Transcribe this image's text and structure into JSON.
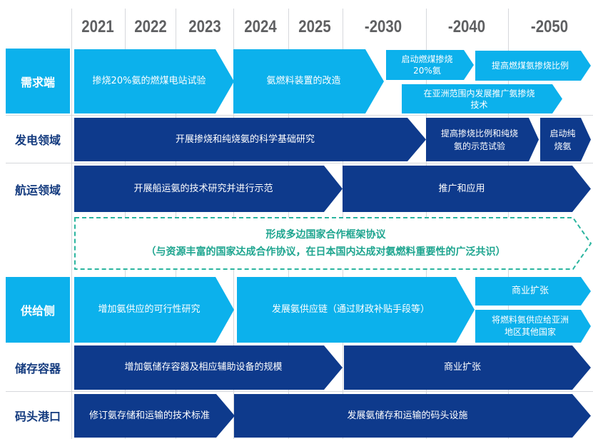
{
  "years": [
    "2021",
    "2022",
    "2023",
    "2024",
    "2025",
    "-2030",
    "-2040",
    "-2050"
  ],
  "rows": {
    "demand": {
      "label": "需求端",
      "items": [
        "掺烧20%氨的燃煤电站试验",
        "氨燃料装置的改造",
        "启动燃煤掺烧\n20%氨",
        "提高燃煤氨掺烧比例",
        "在亚洲范围内发展推广氨掺烧\n技术"
      ]
    },
    "power": {
      "label": "发电领域",
      "items": [
        "开展掺烧和纯烧氨的科学基础研究",
        "提高掺烧比例和纯烧\n氨的示范试验",
        "启动纯\n烧氨"
      ]
    },
    "shipping": {
      "label": "航运领域",
      "items": [
        "开展船运氨的技术研究并进行示范",
        "推广和应用"
      ]
    },
    "cooperation": {
      "title": "形成多边国家合作框架协议",
      "subtitle": "（与资源丰富的国家达成合作协议，在日本国内达成对氨燃料重要性的广泛共识）"
    },
    "supply": {
      "label": "供给侧",
      "items": [
        "增加氨供应的可行性研究",
        "发展氨供应链（通过财政补贴手段等）",
        "商业扩张",
        "将燃料氨供应给亚洲\n地区其他国家"
      ]
    },
    "storage": {
      "label": "储存容器",
      "items": [
        "增加氨储存容器及相应辅助设备的规模",
        "商业扩张"
      ]
    },
    "port": {
      "label": "码头港口",
      "items": [
        "修订氨存储和运输的技术标准",
        "发展氨储存和运输的码头设施"
      ]
    }
  },
  "colors": {
    "light": "#0cb1ec",
    "dark": "#0e3a8c",
    "teal": "#2bb59f"
  }
}
